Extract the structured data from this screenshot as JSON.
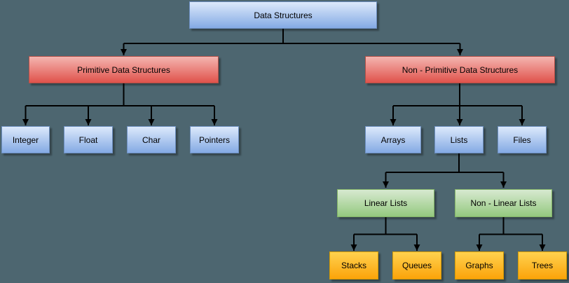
{
  "colors": {
    "background": "#4d6670",
    "line": "#000000",
    "blue-top": "#dce9fb",
    "blue-bottom": "#84aae4",
    "blue-border": "#6c8ebf",
    "red-top": "#f4b5b0",
    "red-bottom": "#e0524b",
    "red-border": "#b05048",
    "green-top": "#d7e9d0",
    "green-bottom": "#94c97f",
    "green-border": "#82b366",
    "orange-top": "#ffd24f",
    "orange-bottom": "#fba30a",
    "orange-border": "#d79b00"
  },
  "nodes": {
    "root": {
      "label": "Data Structures",
      "style": "blue"
    },
    "primitive": {
      "label": "Primitive Data Structures",
      "style": "red"
    },
    "non_primitive": {
      "label": "Non - Primitive Data Structures",
      "style": "red"
    },
    "integer": {
      "label": "Integer",
      "style": "blue"
    },
    "float": {
      "label": "Float",
      "style": "blue"
    },
    "char": {
      "label": "Char",
      "style": "blue"
    },
    "pointers": {
      "label": "Pointers",
      "style": "blue"
    },
    "arrays": {
      "label": "Arrays",
      "style": "blue"
    },
    "lists": {
      "label": "Lists",
      "style": "blue"
    },
    "files": {
      "label": "Files",
      "style": "blue"
    },
    "linear_lists": {
      "label": "Linear Lists",
      "style": "green"
    },
    "non_linear_lists": {
      "label": "Non - Linear Lists",
      "style": "green"
    },
    "stacks": {
      "label": "Stacks",
      "style": "orange"
    },
    "queues": {
      "label": "Queues",
      "style": "orange"
    },
    "graphs": {
      "label": "Graphs",
      "style": "orange"
    },
    "trees": {
      "label": "Trees",
      "style": "orange"
    }
  },
  "edges": [
    {
      "from": "root",
      "to": "primitive"
    },
    {
      "from": "root",
      "to": "non_primitive"
    },
    {
      "from": "primitive",
      "to": "integer"
    },
    {
      "from": "primitive",
      "to": "float"
    },
    {
      "from": "primitive",
      "to": "char"
    },
    {
      "from": "primitive",
      "to": "pointers"
    },
    {
      "from": "non_primitive",
      "to": "arrays"
    },
    {
      "from": "non_primitive",
      "to": "lists"
    },
    {
      "from": "non_primitive",
      "to": "files"
    },
    {
      "from": "lists",
      "to": "linear_lists"
    },
    {
      "from": "lists",
      "to": "non_linear_lists"
    },
    {
      "from": "linear_lists",
      "to": "stacks"
    },
    {
      "from": "linear_lists",
      "to": "queues"
    },
    {
      "from": "non_linear_lists",
      "to": "graphs"
    },
    {
      "from": "non_linear_lists",
      "to": "trees"
    }
  ]
}
